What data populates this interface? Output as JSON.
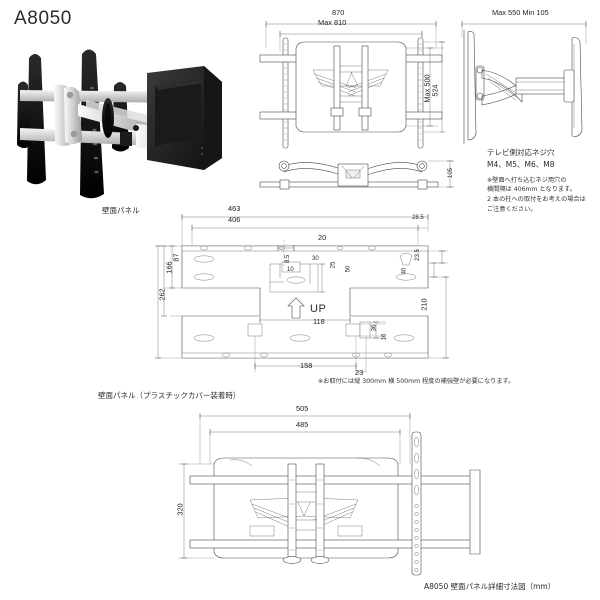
{
  "document": {
    "model": "A8050",
    "bottom_caption": "A8050 壁面パネル詳細寸法図（mm）"
  },
  "product_photo": {
    "name": "full-motion-tv-wall-mount-photo",
    "caption": "壁面パネル"
  },
  "front_view": {
    "name": "front-elevation-drawing",
    "dim_overall_width": "870",
    "dim_max_width": "Max 810",
    "dim_max_height": "Max 500",
    "dim_height": "524"
  },
  "side_view": {
    "name": "side-elevation-drawing",
    "dim_extension": "Max 550 Min 105"
  },
  "top_view": {
    "name": "top-plan-drawing",
    "dim_depth": "105"
  },
  "screw_note": {
    "title": "テレビ側対応ネジ穴",
    "sizes": "M4、M5、M6、M8",
    "lines": [
      "※壁面へ打ち込むネジ用穴の",
      "横間隔は 406mm となります。",
      "2 本の柱への取付をお考えの場合は",
      "ご注意ください。"
    ]
  },
  "wall_panel": {
    "name": "wall-panel-detail-drawing",
    "label": "壁面パネル",
    "dims": {
      "overall_width": "463",
      "screw_pitch": "406",
      "edge_offset": "28.5",
      "slot_width": "20",
      "slot_small": "8.5",
      "slot_inner": "30",
      "slot_h1": "25",
      "slot_h2": "50",
      "slot_left": "10",
      "right_top": "23.5",
      "right_40": "40",
      "right_210": "210",
      "left_87": "87",
      "left_166": "166",
      "left_262": "262",
      "center_118": "118",
      "bottom_158": "158",
      "bottom_23": "23",
      "bracket_36": "36",
      "bracket_16": "16"
    },
    "up_label": "UP",
    "note": "※お取付には縦 300mm 横 500mm 程度の補強壁が必要になります。"
  },
  "cover_panel": {
    "name": "wall-panel-with-plastic-cover-drawing",
    "label": "壁面パネル（プラスチックカバー装着時）",
    "dims": {
      "outer_width": "505",
      "inner_width": "485",
      "height": "320"
    }
  }
}
